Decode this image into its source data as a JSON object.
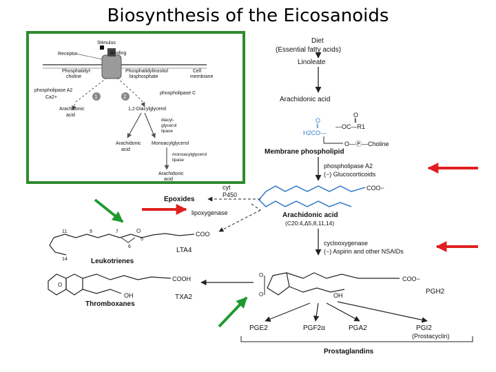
{
  "title": "Biosynthesis of the Eicosanoids",
  "colors": {
    "inset_border": "#2e8b2e",
    "callout_red": "#e02020",
    "callout_green": "#1f9a2f",
    "acid_blue": "#3a7fc9"
  },
  "inset": {
    "stimulus": "Stimulus",
    "receptor": "Receptor",
    "binding": "Binding",
    "phosphatidylcholine": [
      "Phosphatidyl-",
      "choline"
    ],
    "phosphatidylinositol": [
      "Phosphatidylinositol",
      "bisphosphate"
    ],
    "cell_membrane": [
      "Cell",
      "membrane"
    ],
    "pla2": [
      "phospholipase A2",
      "Ca2+"
    ],
    "plc": "phospholipase C",
    "step1": "1",
    "step2": "2",
    "arachidonic_acid_left": [
      "Arachidonic",
      "acid"
    ],
    "diacylglycerol": "1,2-Diacylglycerol",
    "diacylglycerol_lipase": [
      "diacyl-",
      "glycerol",
      "lipase"
    ],
    "arachidonic_acid_mid": [
      "Arachidonic",
      "acid"
    ],
    "monoacylglycerol": "Monoacylglycerol",
    "monoacylglycerol_lipase": [
      "monoacylglycerol",
      "lipase"
    ],
    "arachidonic_acid_bottom": [
      "Arachidonic",
      "acid"
    ]
  },
  "pathway": {
    "diet": [
      "Diet",
      "(Essential fatty acids)"
    ],
    "linoleate": "Linoleate",
    "arachidonic_acid": "Arachidonic acid",
    "phospholipid_carbonyl": [
      "O",
      "‖",
      "—OC—R1"
    ],
    "phospholipid_glycerol": [
      "O",
      "‖",
      "H2CO—"
    ],
    "phosphocholine": "O—Ⓟ—Choline",
    "membrane_phospholipid": "Membrane phospholipid",
    "pla2_label": "phospholipase A2",
    "glucocorticoids": "(−) Glucocorticoids",
    "coo_top": "COO−",
    "cyt_p450": [
      "cyt",
      "P450"
    ],
    "epoxides": "Epoxides",
    "lipoxygenase": "lipoxygenase",
    "arachidonic_acid_center": "Arachidonic acid",
    "arachidonic_formula": "(C20:4,Δ5,8,11,14)",
    "cyclooxygenase": "cyclooxygenase",
    "aspirin_nsaids": "(−) Aspirin and other NSAIDs",
    "lta4_numbers": [
      "11",
      "9",
      "7",
      "6",
      "5",
      "14"
    ],
    "lta4_o": "O",
    "lta4_coo": "COO",
    "lta4": "LTA4",
    "leukotrienes": "Leukotrienes",
    "txa2_cooh": "COOH",
    "txa2_oh": "OH",
    "txa2_o": "O",
    "txa2": "TXA2",
    "thromboxanes": "Thromboxanes",
    "pgh2_coo": "COO−",
    "pgh2_oh": "OH",
    "pgh2_o": "O",
    "pgh2": "PGH2",
    "products": [
      "PGE2",
      "PGF2α",
      "PGA2",
      "PGI2"
    ],
    "prostacyclin": "(Prostacyclin)",
    "prostaglandins": "Prostaglandins"
  }
}
